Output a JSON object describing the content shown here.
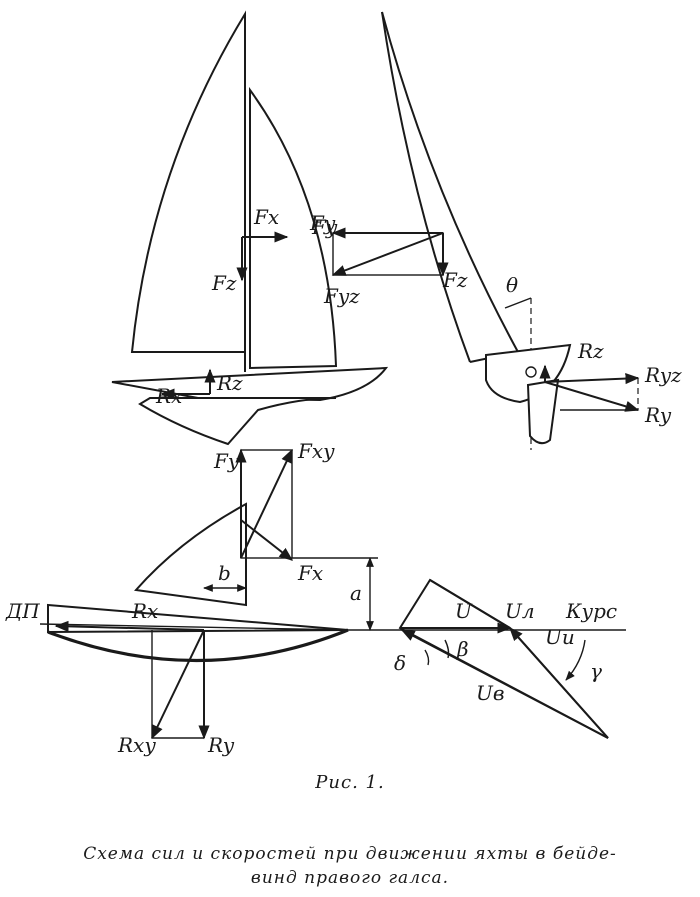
{
  "labels": {
    "fx": "Fx",
    "fy": "Fy",
    "fz": "Fz",
    "fyz": "Fyz",
    "rx": "Rx",
    "rz": "Rz",
    "fy_right": "Fy",
    "fz_right": "Fz",
    "theta": "θ",
    "rz_right": "Rz",
    "ryz": "Ryz",
    "ry_right": "Ry",
    "fy_plan": "Fy",
    "fxy": "Fxy",
    "fx_plan": "Fx",
    "b": "b",
    "a": "a",
    "dp": "ДП",
    "rx_plan": "Rx",
    "rxy": "Rxy",
    "ry_plan": "Ry",
    "u": "U",
    "ul": "Uл",
    "kurs": "Курс",
    "ui": "Uи",
    "delta": "δ",
    "beta": "β",
    "gamma": "γ",
    "uv": "Uв"
  },
  "caption": "Рис. 1.",
  "description_line1": "Схема сил и скоростей при движении яхты в бейде-",
  "description_line2": "винд правого галса."
}
